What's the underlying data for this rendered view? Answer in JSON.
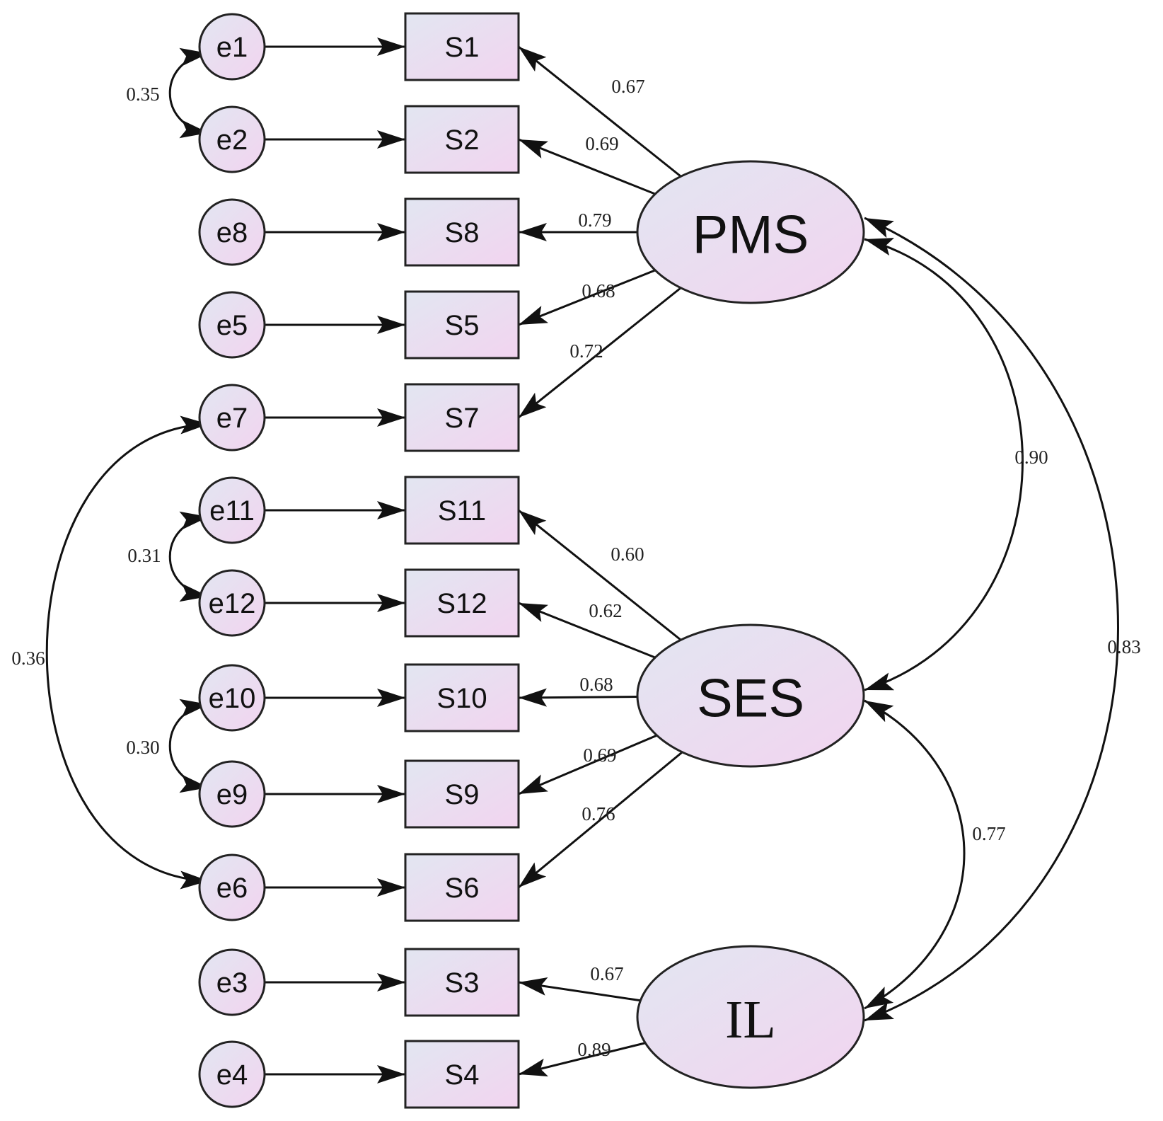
{
  "latents": [
    {
      "id": "PMS",
      "label": "PMS",
      "serif": false
    },
    {
      "id": "SES",
      "label": "SES",
      "serif": false
    },
    {
      "id": "IL",
      "label": "IL",
      "serif": true
    }
  ],
  "items": [
    {
      "error": "e1",
      "indicator": "S1",
      "latent": "PMS",
      "loading": "0.67"
    },
    {
      "error": "e2",
      "indicator": "S2",
      "latent": "PMS",
      "loading": "0.69"
    },
    {
      "error": "e8",
      "indicator": "S8",
      "latent": "PMS",
      "loading": "0.79"
    },
    {
      "error": "e5",
      "indicator": "S5",
      "latent": "PMS",
      "loading": "0.68"
    },
    {
      "error": "e7",
      "indicator": "S7",
      "latent": "PMS",
      "loading": "0.72"
    },
    {
      "error": "e11",
      "indicator": "S11",
      "latent": "SES",
      "loading": "0.60"
    },
    {
      "error": "e12",
      "indicator": "S12",
      "latent": "SES",
      "loading": "0.62"
    },
    {
      "error": "e10",
      "indicator": "S10",
      "latent": "SES",
      "loading": "0.68"
    },
    {
      "error": "e9",
      "indicator": "S9",
      "latent": "SES",
      "loading": "0.69"
    },
    {
      "error": "e6",
      "indicator": "S6",
      "latent": "SES",
      "loading": "0.76"
    },
    {
      "error": "e3",
      "indicator": "S3",
      "latent": "IL",
      "loading": "0.67"
    },
    {
      "error": "e4",
      "indicator": "S4",
      "latent": "IL",
      "loading": "0.89"
    }
  ],
  "error_covariances": [
    {
      "from": "e1",
      "to": "e2",
      "value": "0.35"
    },
    {
      "from": "e11",
      "to": "e12",
      "value": "0.31"
    },
    {
      "from": "e10",
      "to": "e9",
      "value": "0.30"
    },
    {
      "from": "e7",
      "to": "e6",
      "value": "0.36"
    }
  ],
  "latent_correlations": [
    {
      "from": "PMS",
      "to": "SES",
      "value": "0.90"
    },
    {
      "from": "SES",
      "to": "IL",
      "value": "0.77"
    },
    {
      "from": "PMS",
      "to": "IL",
      "value": "0.83"
    }
  ],
  "colors": {
    "node_fill_start": "#e2e6f1",
    "node_fill_end": "#f2d4f0",
    "stroke": "#222222"
  }
}
